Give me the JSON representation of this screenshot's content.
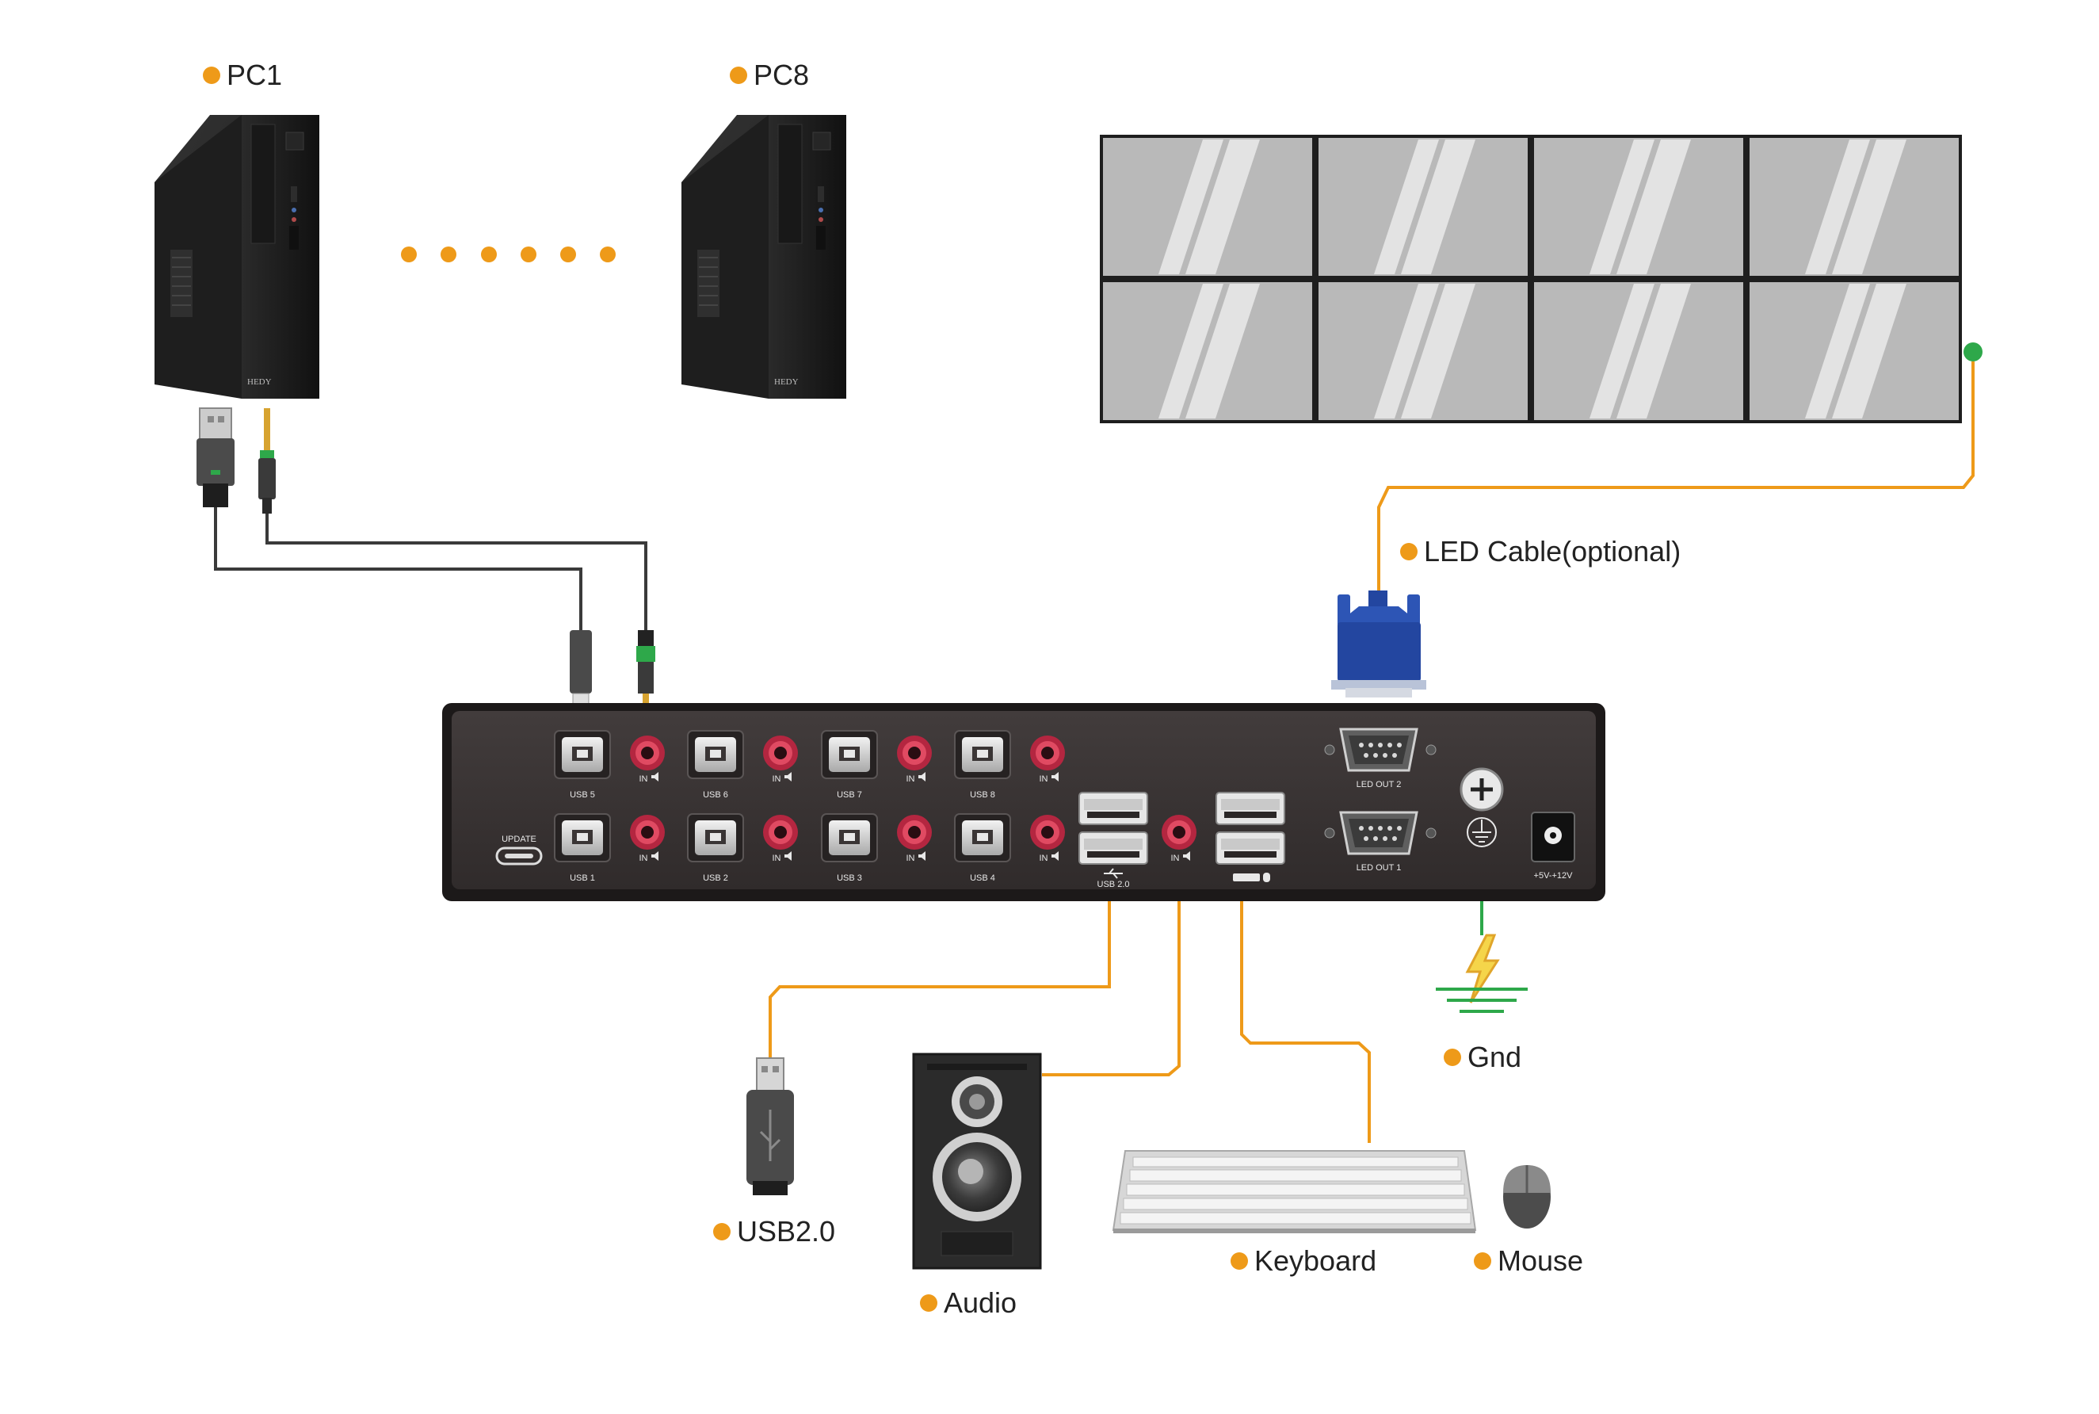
{
  "colors": {
    "accent": "#ee9a19",
    "green": "#2ea84a",
    "device": "#3a3535",
    "screen": "#b7b7b7",
    "vga_blue": "#2346a0",
    "port_red": "#c8304a"
  },
  "labels": {
    "pc1": "PC1",
    "pc8": "PC8",
    "led_cable": "LED Cable(optional)",
    "gnd": "Gnd",
    "usb20": "USB2.0",
    "audio": "Audio",
    "keyboard": "Keyboard",
    "mouse": "Mouse"
  },
  "pc_brand": "HEDY",
  "device": {
    "top_usb": [
      "USB 5",
      "USB 6",
      "USB 7",
      "USB 8"
    ],
    "bottom_usb": [
      "USB 1",
      "USB 2",
      "USB 3",
      "USB 4"
    ],
    "audio_in": "IN",
    "update": "UPDATE",
    "usb_hub": "USB 2.0",
    "led_out_2": "LED OUT 2",
    "led_out_1": "LED OUT 1",
    "power": "+5V-+12V"
  },
  "icons": [
    "usb-plug-icon",
    "audio-jack-icon",
    "ground-icon",
    "lightning-icon",
    "keyboard-icon",
    "mouse-icon",
    "speaker-icon",
    "usb-drive-icon"
  ]
}
